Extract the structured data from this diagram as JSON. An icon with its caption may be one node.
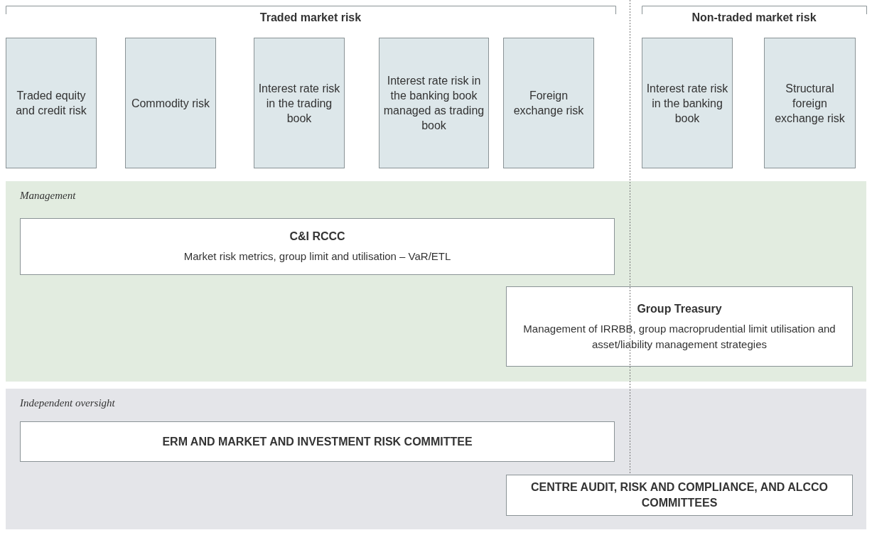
{
  "diagram": {
    "nodes": [
      {
        "text": [
          "Traded equity and credit risk"
        ]
      },
      {
        "text": [
          "Commodity risk"
        ]
      },
      {
        "text": [
          "Interest rate risk in the trading book"
        ]
      },
      {
        "text": [
          "Interest rate risk in the banking book managed as trading book"
        ]
      },
      {
        "text": [
          "Foreign exchange risk"
        ]
      },
      {
        "text": [
          "Interest rate risk in the banking book"
        ]
      },
      {
        "text": [
          "Structural foreign exchange risk"
        ]
      },
      {
        "text": [
          "Management"
        ]
      },
      {
        "text": [
          "C&I RCCC",
          "Market risk metrics, group limit and utilisation – VaR/ETL"
        ],
        "in": 7
      },
      {
        "text": [
          "Group Treasury",
          "Management of IRRBB, group macroprudential limit utilisation and asset/liability management strategies"
        ],
        "in": 7
      },
      {
        "text": [
          "Independent oversight"
        ]
      },
      {
        "text": [
          "ERM AND MARKET AND INVESTMENT RISK COMMITTEE"
        ],
        "in": 10
      },
      {
        "text": [
          "CENTRE AUDIT, RISK AND COMPLIANCE, AND ALCCO COMMITTEES"
        ],
        "in": 10
      }
    ],
    "edges": [],
    "labels": [
      "Traded market risk",
      "Non-traded market risk"
    ]
  }
}
